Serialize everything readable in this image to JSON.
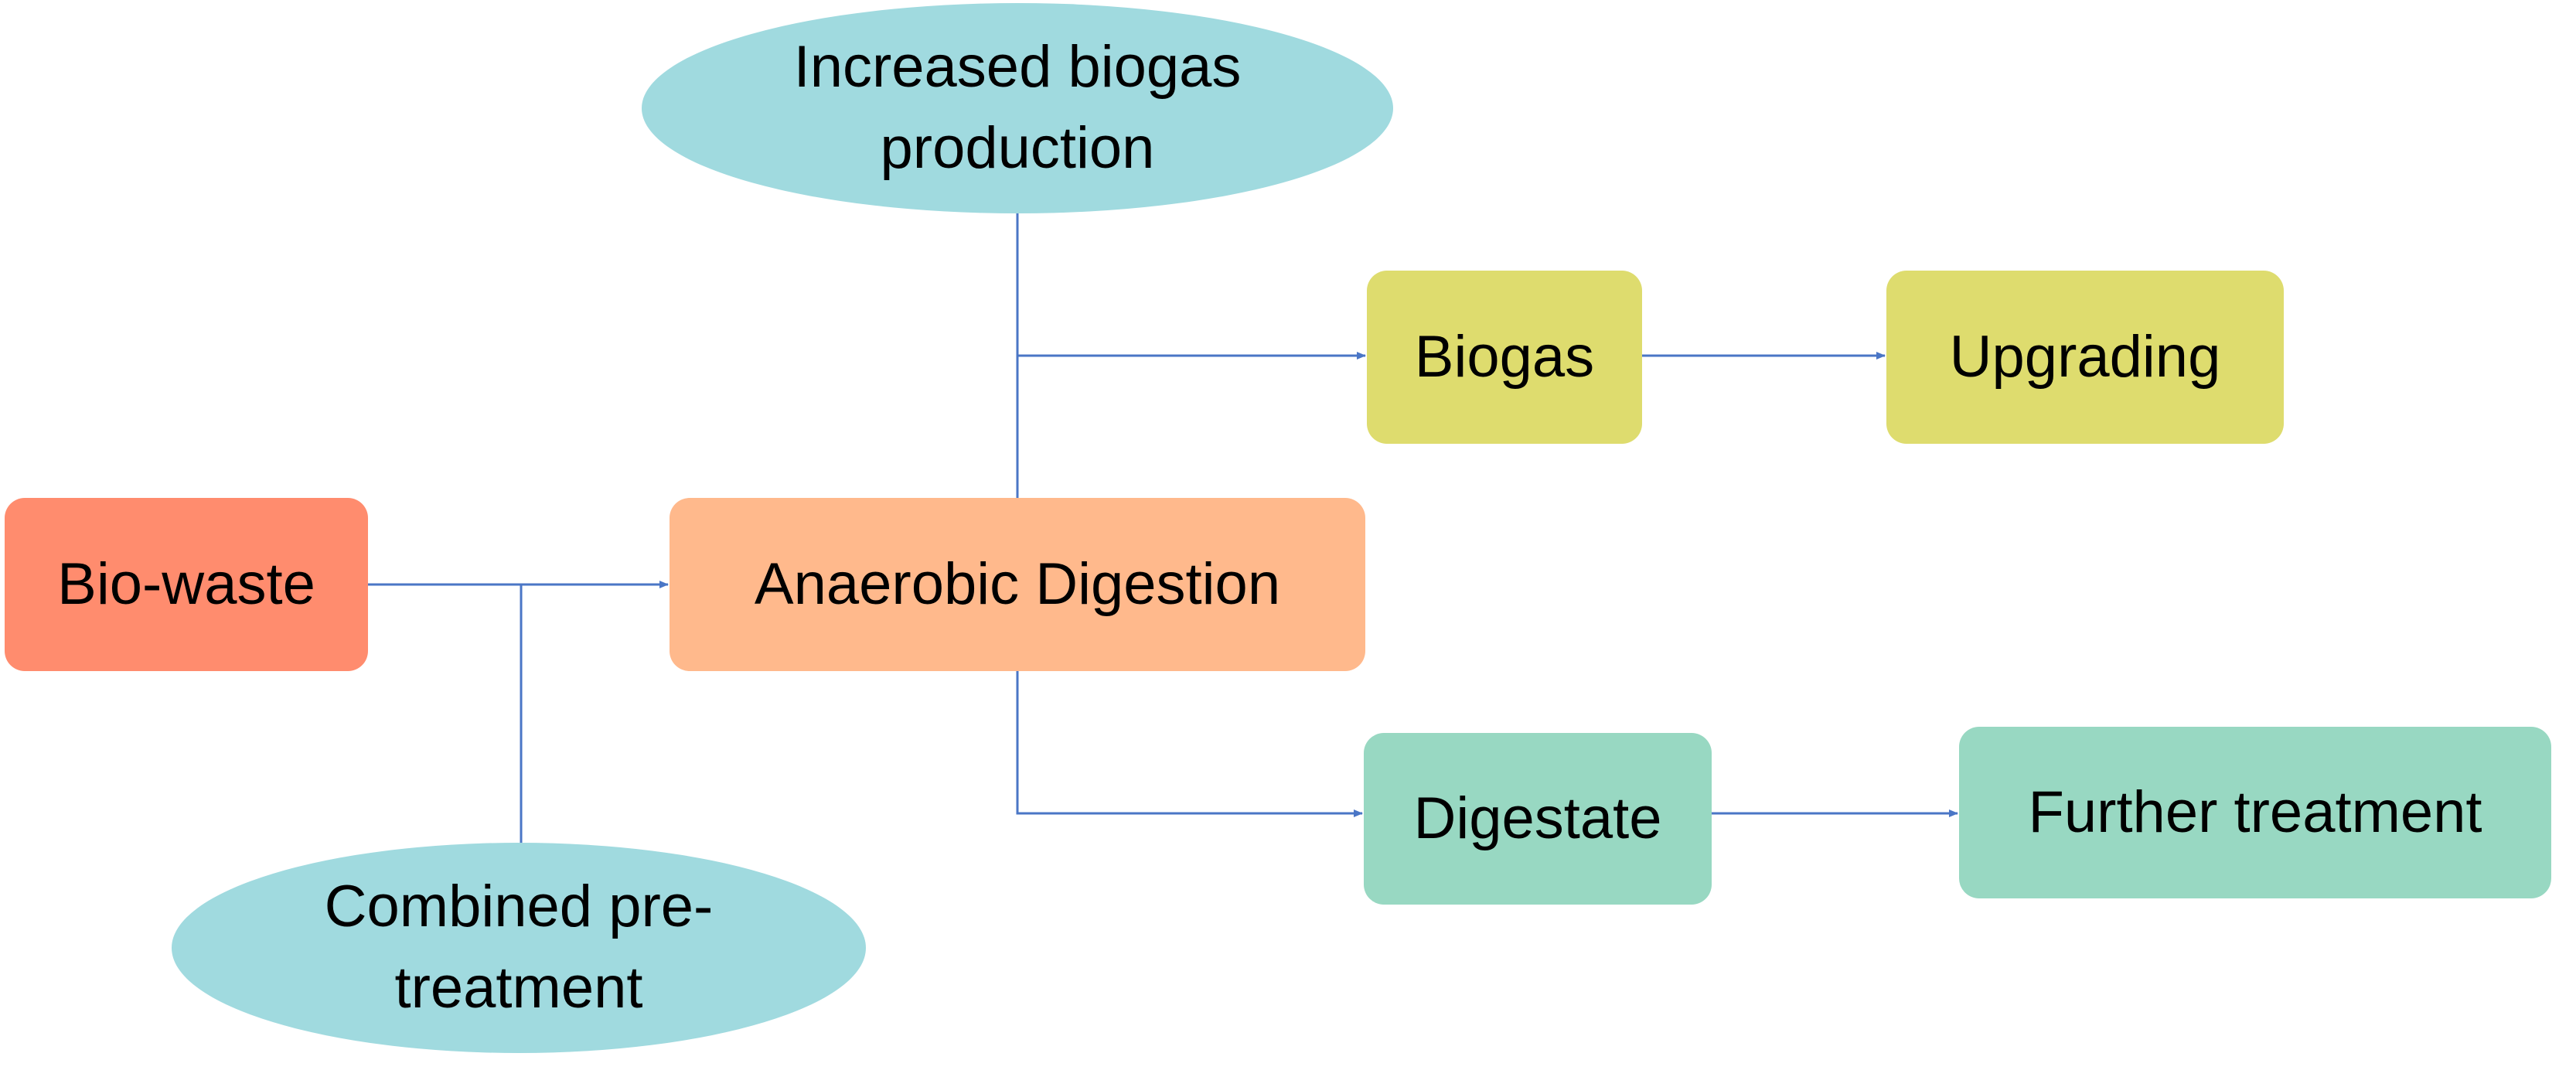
{
  "colors": {
    "biowaste": "#FF8C6E",
    "anaerobic": "#FFB98C",
    "biogas": "#DEDC6E",
    "digestate": "#98D8C2",
    "ellipse": "#A0DADF",
    "arrow": "#4A76C6"
  },
  "nodes": {
    "biowaste": "Bio-waste",
    "anaerobic": "Anaerobic Digestion",
    "biogas": "Biogas",
    "upgrading": "Upgrading",
    "digestate": "Digestate",
    "further": "Further treatment",
    "increased": "Increased biogas production",
    "combined": "Combined pre-treatment"
  }
}
